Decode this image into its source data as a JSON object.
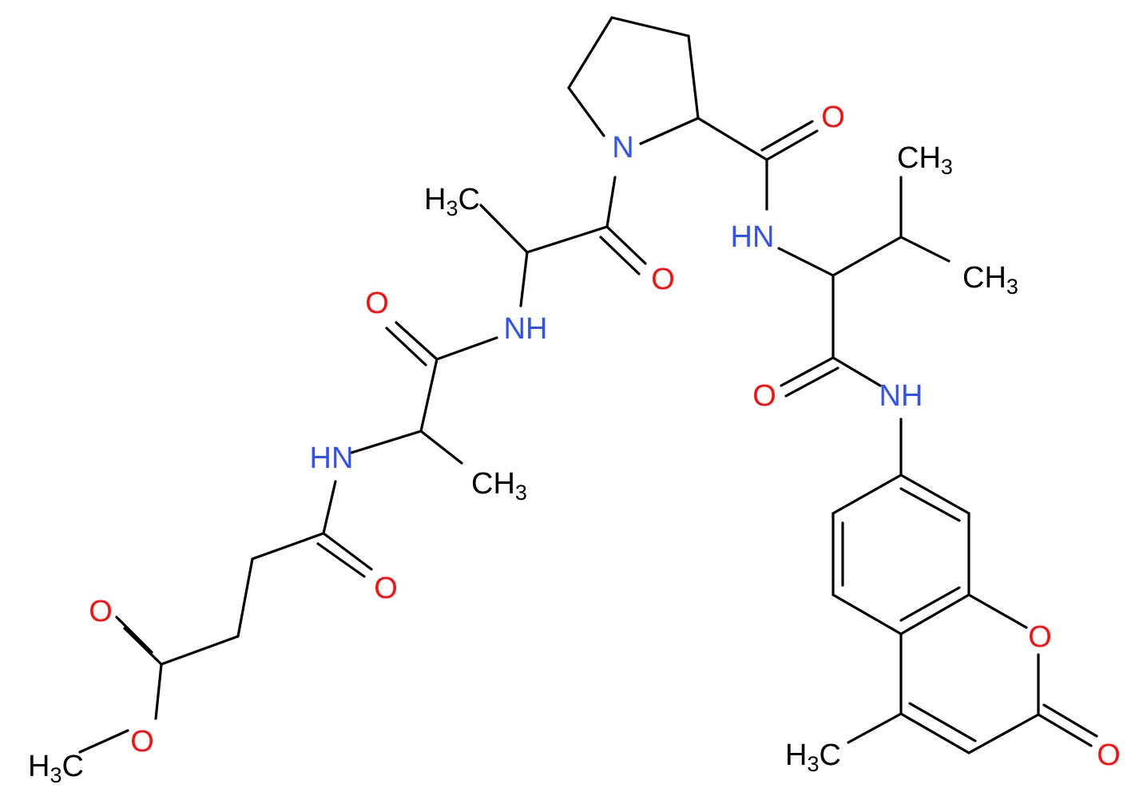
{
  "colors": {
    "bond": "#000000",
    "carbon": "#000000",
    "nitrogen": "#3050F8",
    "oxygen": "#FF0D0D"
  },
  "atoms": {
    "o_ester_carbonyl": "O",
    "o_ester_ether": "O",
    "ch3_ester": {
      "main": "H",
      "sub": "3",
      "tail": "C"
    },
    "o_succinyl": "O",
    "hn_ala1": "HN",
    "ch3_ala1": {
      "main": "CH",
      "sub": "3"
    },
    "o_ala1": "O",
    "nh_ala2": "NH",
    "h3c_ala2": {
      "main": "H",
      "sub": "3",
      "tail": "C"
    },
    "o_ala2": "O",
    "n_pro": "N",
    "o_pro": "O",
    "hn_val": "HN",
    "ch3_val_top": {
      "main": "CH",
      "sub": "3"
    },
    "ch3_val_right": {
      "main": "CH",
      "sub": "3"
    },
    "o_val": "O",
    "nh_amc": "NH",
    "o_ring": "O",
    "o_lactone": "O",
    "h3c_coumarin": {
      "main": "H",
      "sub": "3",
      "tail": "C"
    }
  }
}
